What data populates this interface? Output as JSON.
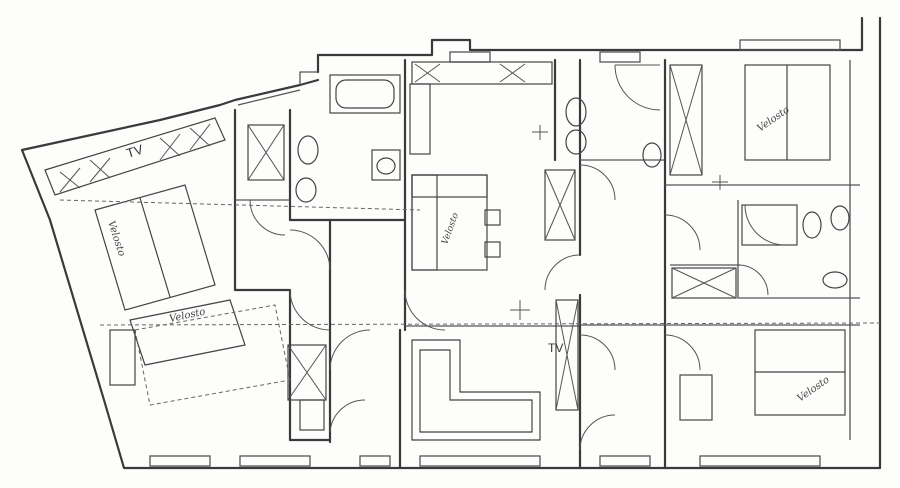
{
  "labels": {
    "tv_top": "TV",
    "tv_living": "TV",
    "bed_1": "Velosto",
    "bed_2": "Velosto",
    "bed_3": "Velosto",
    "bed_4": "Velosto",
    "table": "Velosto"
  },
  "colors": {
    "wall": "#3a3a3a",
    "paper": "#fdfdfc"
  }
}
